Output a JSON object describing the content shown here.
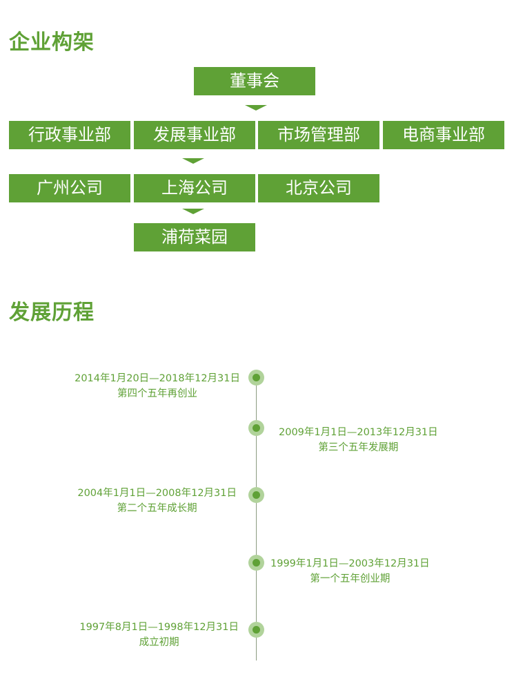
{
  "org": {
    "title": "企业构架",
    "board": "董事会",
    "departments": [
      "行政事业部",
      "发展事业部",
      "市场管理部",
      "电商事业部"
    ],
    "companies": [
      "广州公司",
      "上海公司",
      "北京公司"
    ],
    "sub": "浦荷菜园"
  },
  "history": {
    "title": "发展历程",
    "events": [
      {
        "date": "2014年1月20日—2018年12月31日",
        "label": "第四个五年再创业"
      },
      {
        "date": "2009年1月1日—2013年12月31日",
        "label": "第三个五年发展期"
      },
      {
        "date": "2004年1月1日—2008年12月31日",
        "label": "第二个五年成长期"
      },
      {
        "date": "1999年1月1日—2003年12月31日",
        "label": "第一个五年创业期"
      },
      {
        "date": "1997年8月1日—1998年12月31日",
        "label": "成立初期"
      }
    ]
  }
}
